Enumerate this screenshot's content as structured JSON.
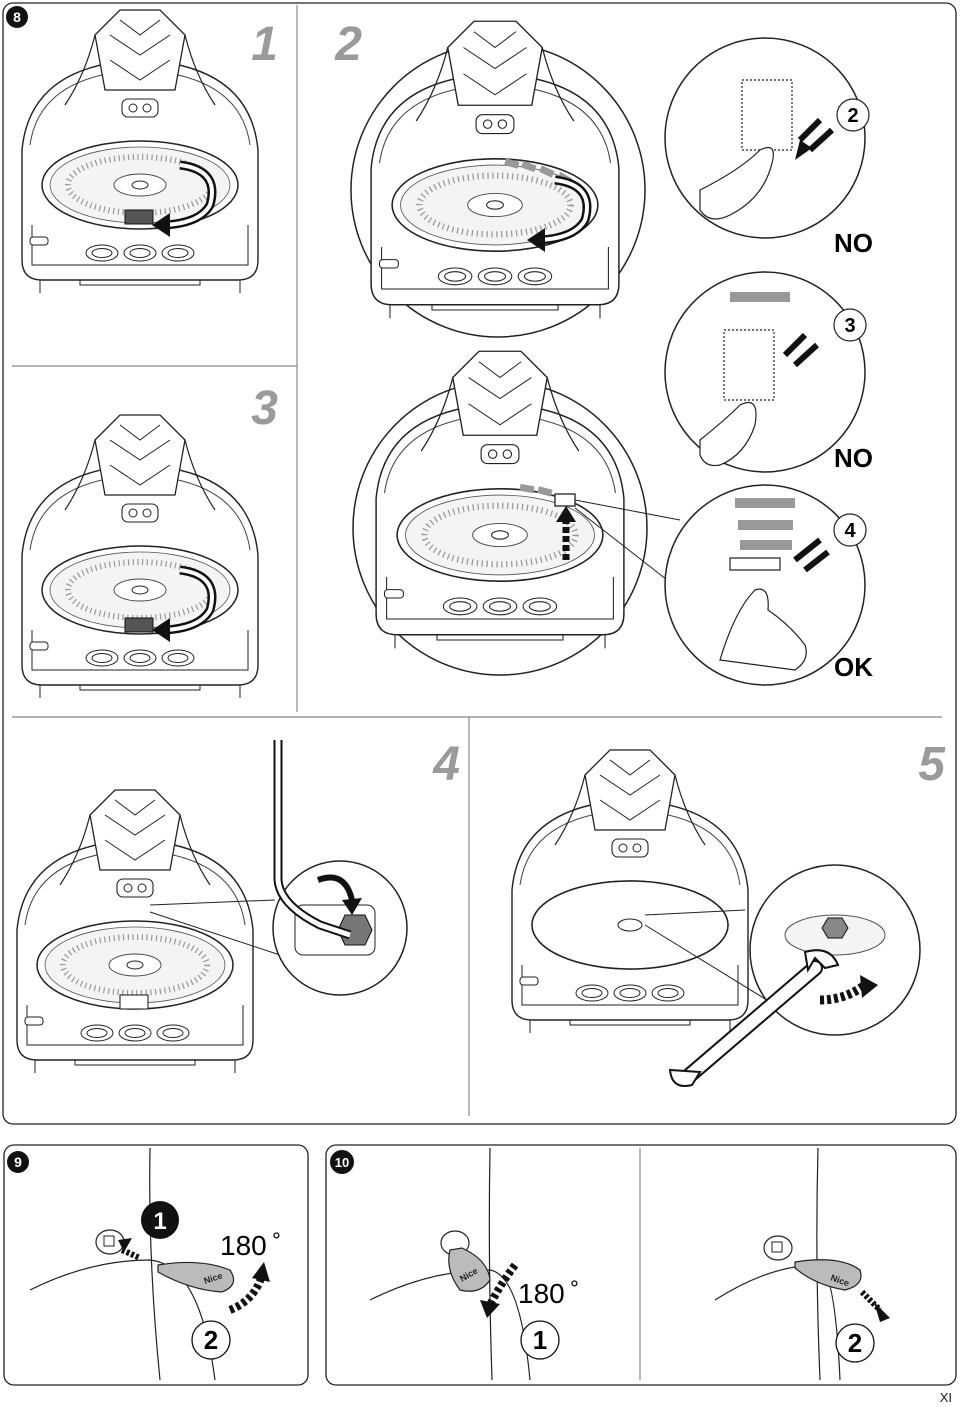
{
  "figure8": {
    "badge": "8",
    "steps": [
      "1",
      "2",
      "3",
      "4",
      "5"
    ],
    "details": [
      {
        "number": "2",
        "verdict": "NO"
      },
      {
        "number": "3",
        "verdict": "NO"
      },
      {
        "number": "4",
        "verdict": "OK"
      }
    ]
  },
  "figure9": {
    "badge": "9",
    "step1": "1",
    "angle": "180",
    "degree": "°",
    "step2": "2",
    "key_brand": "Nice"
  },
  "figure10": {
    "badge": "10",
    "angle": "180",
    "degree": "°",
    "step1": "1",
    "step2": "2",
    "key_brand": "Nice"
  },
  "page_number": "XI"
}
